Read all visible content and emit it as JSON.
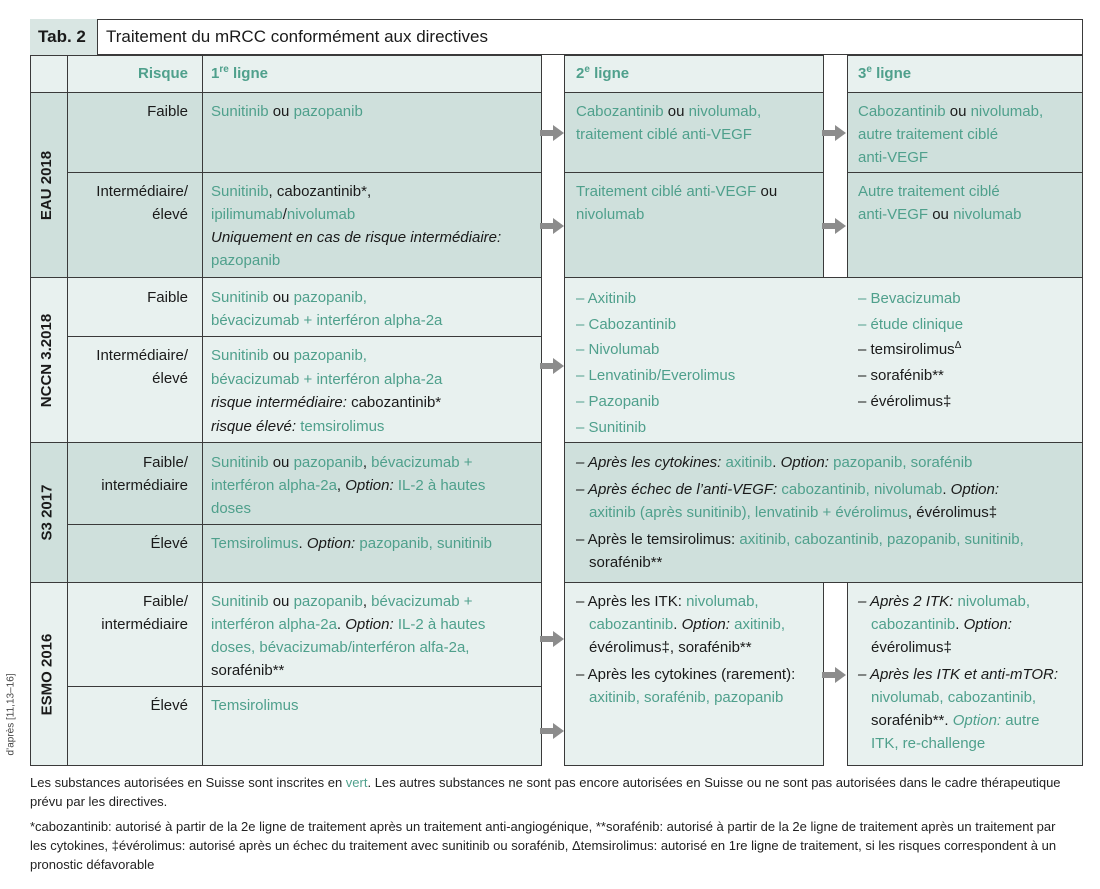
{
  "header": {
    "tab_label": "Tab. 2",
    "title": "Traitement du mRCC conformément aux directives"
  },
  "columns": {
    "risk": "Risque",
    "line1": "1re ligne",
    "line2": "2e ligne",
    "line3": "3e ligne"
  },
  "groups": {
    "eau": "EAU 2018",
    "nccn": "NCCN 3.2018",
    "s3": "S3 2017",
    "esmo": "ESMO 2016"
  },
  "risk_labels": {
    "faible": "Faible",
    "inter_eleve_1": "Intermédiaire/",
    "inter_eleve_2": "élevé",
    "faible_inter_1": "Faible/",
    "faible_inter_2": "intermédiaire",
    "eleve": "Élevé"
  },
  "text": {
    "sunitinib": "Sunitinib",
    "ou": "ou",
    "pazopanib": "pazopanib",
    "cabozantinib_cap": "Cabozantinib",
    "nivolumab_comma": "nivolumab,",
    "ciblé_vegf": "traitement ciblé anti-VEGF",
    "autre_ciblé": "autre traitement ciblé",
    "anti_vegf": "anti-VEGF",
    "cabozantinib_star": ", cabozantinib*,",
    "ipilimumab": "ipilimumab",
    "slash": "/",
    "nivolumab": "nivolumab",
    "uniquement": "Uniquement en cas de risque intermédiaire:",
    "pazopanib_lower": "pazopanib",
    "traitement_cible_cap": "Traitement ciblé anti-VEGF",
    "ou_space": "ou",
    "autre_cible_cap": "Autre traitement ciblé",
    "anti_vegf_ou": "anti-VEGF",
    "pazopanib_comma": "pazopanib,",
    "bevacizumab_alpha": "bévacizumab + interféron alpha-2a",
    "risque_inter": "risque intermédiaire:",
    "cabozantinib_star2": "cabozantinib*",
    "risque_eleve": "risque élevé:",
    "temsirolimus": "temsirolimus",
    "nccn_l2": [
      "– Axitinib",
      "– Cabozantinib",
      "– Nivolumab",
      "– Lenvatinib/Everolimus",
      "– Pazopanib",
      "– Sunitinib"
    ],
    "nccn_l3a": [
      "– Bevacizumab",
      "– étude clinique"
    ],
    "nccn_l3b": [
      "– temsirolimus",
      "– sorafénib**",
      "– évérolimus‡"
    ],
    "delta": "Δ",
    "s3_faible_a": ", ",
    "bevacizumab_plus": "bévacizumab +",
    "interferon_alpha": "interféron alpha-2a",
    "option": "Option:",
    "il2": "IL-2 à hautes",
    "doses": "doses",
    "temsirolimus_cap": "Temsirolimus",
    "sunitinib_lower": "sunitinib",
    "s3_r1_a": "– Après les cytokines:",
    "axitinib": "axitinib",
    "s3_r1_b": "pazopanib, sorafénib",
    "s3_r2_a": "– Après échec de l’anti-VEGF:",
    "s3_r2_b": "cabozantinib, nivolumab",
    "s3_r2_c": "axitinib (après sunitinib), lenvatinib + évérolimus",
    "s3_r2_d": ", évérolimus‡",
    "s3_r3_a": "– Après le temsirolimus:",
    "s3_r3_b": "axitinib, cabozantinib, pazopanib, sunitinib,",
    "s3_r3_c": "sorafénib**",
    "esmo_il2": "IL-2 à hautes",
    "esmo_doses": "doses, bévacizumab/interféron alfa-2a,",
    "esmo_sora": "sorafénib**",
    "esmo_temsi": "Temsirolimus",
    "esmo2_a": "– Après les ITK:",
    "esmo2_b": "nivolumab,",
    "esmo2_c": "cabozantinib",
    "esmo2_d": "axitinib,",
    "esmo2_e": "évérolimus‡, sorafénib**",
    "esmo2_f": "– Après les cytokines (rarement):",
    "esmo2_g": "axitinib, sorafénib, pazopanib",
    "esmo3_a": "– Après 2 ITK:",
    "esmo3_b": "nivolumab,",
    "esmo3_c": "cabozantinib",
    "esmo3_d": "évérolimus‡",
    "esmo3_e": "– Après les ITK et anti-mTOR:",
    "esmo3_f": "nivolumab, cabozantinib,",
    "esmo3_g": "sorafénib**",
    "esmo3_h": "autre",
    "esmo3_i": "ITK, re-challenge",
    "period": ".",
    "option_space": "Option:"
  },
  "credit": "d’après [11,13–16]",
  "footer": {
    "p1_a": "Les substances autorisées en Suisse sont inscrites en",
    "p1_green": "vert",
    "p1_b": ". Les autres substances ne sont pas encore autorisées en Suisse ou ne sont pas autorisées dans le cadre thérapeutique prévu par les directives.",
    "p2": "*cabozantinib: autorisé à partir de la 2e ligne de traitement après un traitement anti-angiogénique, **sorafénib: autorisé à partir de la 2e ligne de traitement après un traitement par les cytokines, ‡évérolimus: autorisé après un échec du traitement avec sunitinib ou sorafénib, Δtemsirolimus: autorisé en 1re ligne de traitement, si les risques correspondent à un pronostic défavorable"
  },
  "colors": {
    "green": "#4fa08c",
    "dark_fill": "#cfe0dc",
    "light_fill": "#e8f1ef",
    "arrow": "#8c8c8c"
  }
}
